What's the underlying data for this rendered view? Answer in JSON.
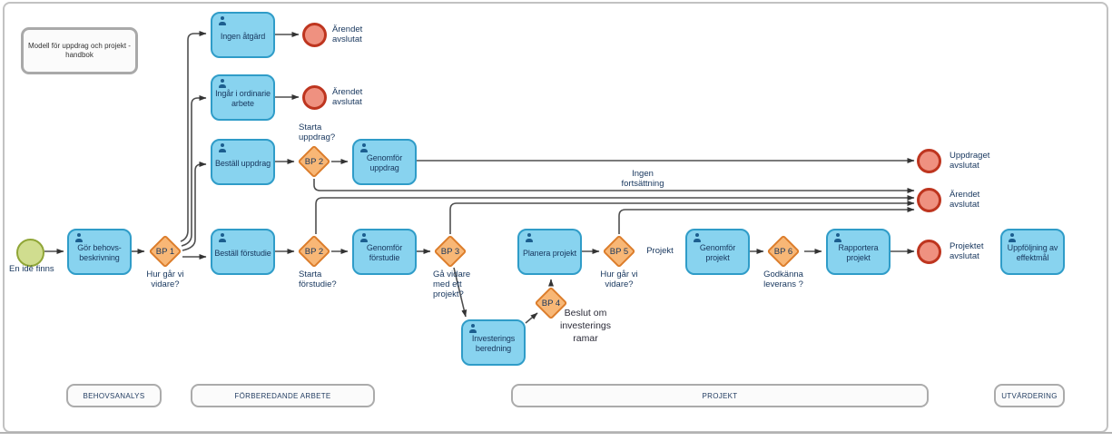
{
  "panel": {
    "annotation": "Modell för uppdrag och projekt -\nhandbok"
  },
  "events": {
    "start": {
      "label": "En idé finns"
    },
    "ends": [
      {
        "label": "Ärendet\navslutat"
      },
      {
        "label": "Ärendet\navslutat"
      },
      {
        "label": "Uppdraget\navslutat"
      },
      {
        "label": "Ärendet\navslutat"
      },
      {
        "label": "Projektet\navslutat"
      }
    ]
  },
  "tasks": [
    {
      "label": "Ingen åtgärd"
    },
    {
      "label": "Ingår i ordinarie\narbete"
    },
    {
      "label": "Beställ uppdrag"
    },
    {
      "label": "Genomför\nuppdrag"
    },
    {
      "label": "Gör behovs-\nbeskrivning"
    },
    {
      "label": "Beställ förstudie"
    },
    {
      "label": "Genomför\nförstudie"
    },
    {
      "label": "Planera projekt"
    },
    {
      "label": "Genomför projekt"
    },
    {
      "label": "Rapportera\nprojekt"
    },
    {
      "label": "Uppföljning av\neffektmål"
    },
    {
      "label": "Investerings\nberedning"
    }
  ],
  "gateways": [
    {
      "label": "BP 1",
      "question": "Hur går vi\nvidare?"
    },
    {
      "label": "BP 2",
      "question": "Starta\nuppdrag?"
    },
    {
      "label": "BP 2",
      "question": "Starta\nförstudie?"
    },
    {
      "label": "BP 3",
      "question": "Gå vidare\nmed ett\nprojekt?"
    },
    {
      "label": "BP 4",
      "question": "Beslut om\ninvesterings\nramar"
    },
    {
      "label": "BP 5",
      "question": "Hur går vi\nvidare?"
    },
    {
      "label": "BP 6",
      "question": "Godkänna\nleverans ?"
    }
  ],
  "flow_labels": {
    "no_continuation": "Ingen\nfortsättning",
    "project": "Projekt"
  },
  "lanes": [
    {
      "label": "BEHOVSANALYS"
    },
    {
      "label": "FÖRBEREDANDE ARBETE"
    },
    {
      "label": "PROJEKT"
    },
    {
      "label": "UTVÄRDERING"
    }
  ],
  "colors": {
    "task_fill": "#88D3EF",
    "task_border": "#2F9CC8",
    "gateway_fill": "#F8B776",
    "gateway_border": "#DC7D2B",
    "end_fill": "#EF9180",
    "end_border": "#BE351F",
    "start_fill": "#D0DD8F",
    "start_border": "#90A637",
    "connector": "#4F4F4F",
    "text": "#17365D"
  }
}
